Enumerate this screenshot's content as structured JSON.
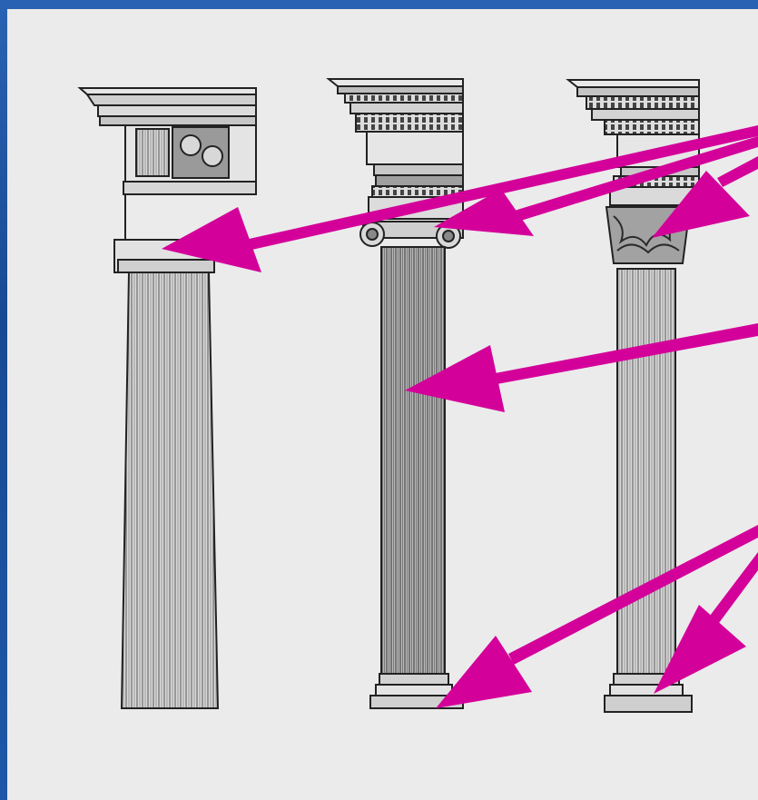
{
  "diagram": {
    "columns": [
      {
        "order": "doric"
      },
      {
        "order": "ionic"
      },
      {
        "order": "corinthian"
      }
    ],
    "arrow_color": "#d4009a",
    "panel_color": "#ebebeb",
    "frame_color": "#1b4f9a",
    "annotation_groups": [
      {
        "target": "capitals",
        "arrow_count": 3
      },
      {
        "target": "shaft",
        "arrow_count": 1
      },
      {
        "target": "bases",
        "arrow_count": 2
      }
    ]
  }
}
